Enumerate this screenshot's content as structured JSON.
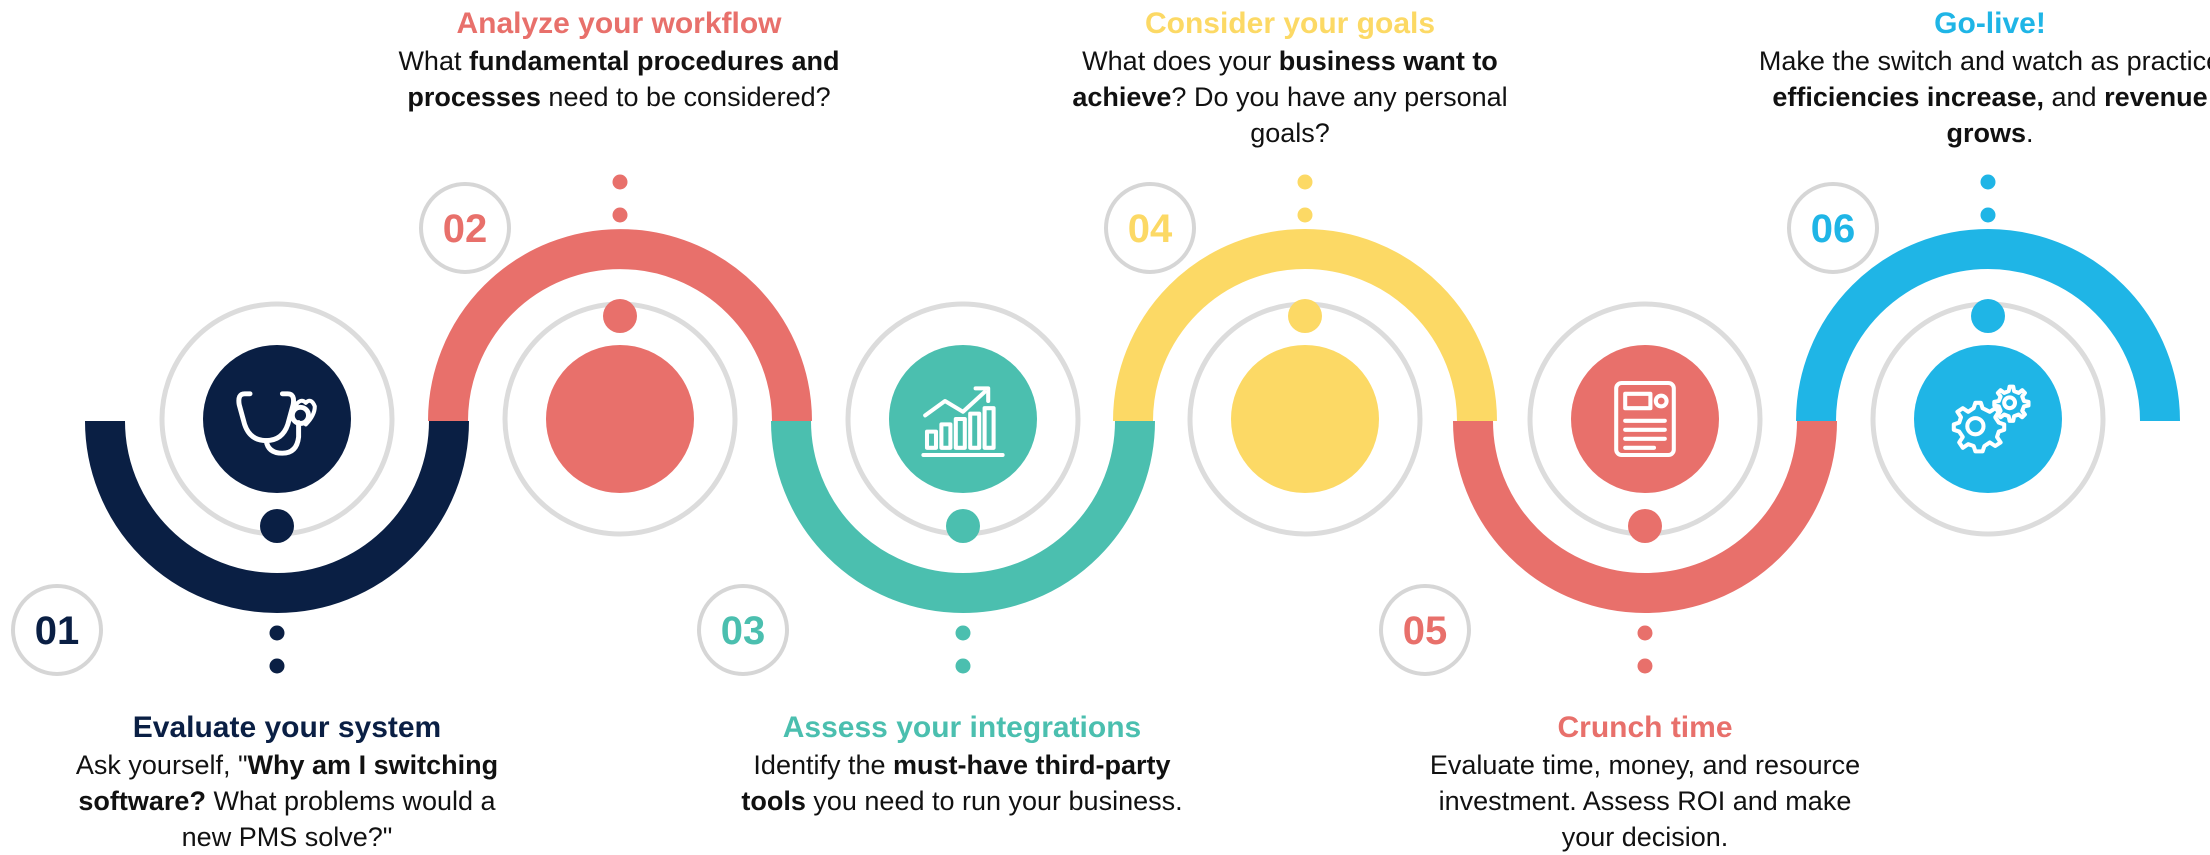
{
  "steps": [
    {
      "number": "01",
      "title": "Evaluate your system",
      "color": "#0a1f44",
      "icon": "stethoscope-icon",
      "description": [
        {
          "t": "Ask yourself, \""
        },
        {
          "t": "Why am I switching software?",
          "b": true
        },
        {
          "t": " What problems would a new PMS solve?\""
        }
      ]
    },
    {
      "number": "02",
      "title": "Analyze your workflow",
      "color": "#e8706b",
      "icon": "circle-icon",
      "description": [
        {
          "t": "What "
        },
        {
          "t": "fundamental procedures and processes",
          "b": true
        },
        {
          "t": " need to be considered?"
        }
      ]
    },
    {
      "number": "03",
      "title": "Assess your integrations",
      "color": "#4bbfaf",
      "icon": "growth-chart-icon",
      "description": [
        {
          "t": "Identify the "
        },
        {
          "t": "must-have third-party tools",
          "b": true
        },
        {
          "t": " you need to run your business."
        }
      ]
    },
    {
      "number": "04",
      "title": "Consider your goals",
      "color": "#fcd965",
      "icon": "circle-icon",
      "description": [
        {
          "t": "What does your "
        },
        {
          "t": "business want to achieve",
          "b": true
        },
        {
          "t": "? Do you have any personal goals?"
        }
      ]
    },
    {
      "number": "05",
      "title": "Crunch time",
      "color": "#e8706b",
      "icon": "document-icon",
      "description": [
        {
          "t": "Evaluate time, money, and resource investment. Assess ROI and make your decision."
        }
      ]
    },
    {
      "number": "06",
      "title": "Go-live!",
      "color": "#1fb5e6",
      "icon": "gears-icon",
      "description": [
        {
          "t": "Make the switch and watch as practice "
        },
        {
          "t": "efficiencies increase,",
          "b": true
        },
        {
          "t": " and "
        },
        {
          "t": "revenue grows",
          "b": true
        },
        {
          "t": "."
        }
      ]
    }
  ]
}
